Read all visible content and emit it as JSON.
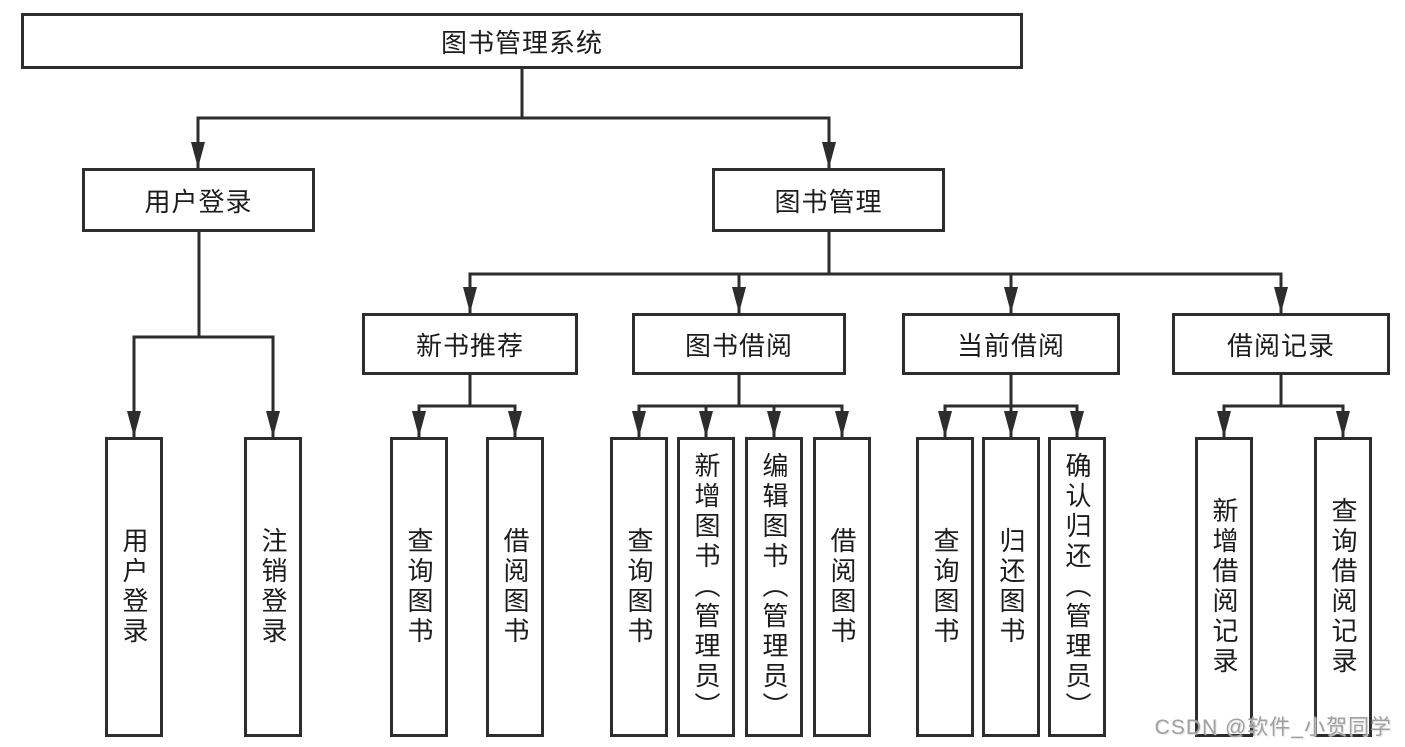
{
  "diagram": {
    "type": "hierarchy-tree",
    "tree": {
      "label": "图书管理系统",
      "children": [
        {
          "label": "用户登录",
          "children": [
            {
              "label": "用户登录"
            },
            {
              "label": "注销登录"
            }
          ]
        },
        {
          "label": "图书管理",
          "children": [
            {
              "label": "新书推荐",
              "children": [
                {
                  "label": "查询图书"
                },
                {
                  "label": "借阅图书"
                }
              ]
            },
            {
              "label": "图书借阅",
              "children": [
                {
                  "label": "查询图书"
                },
                {
                  "label": "新增图书（管理员）"
                },
                {
                  "label": "编辑图书（管理员）"
                },
                {
                  "label": "借阅图书"
                }
              ]
            },
            {
              "label": "当前借阅",
              "children": [
                {
                  "label": "查询图书"
                },
                {
                  "label": "归还图书"
                },
                {
                  "label": "确认归还（管理员）"
                }
              ]
            },
            {
              "label": "借阅记录",
              "children": [
                {
                  "label": "新增借阅记录"
                },
                {
                  "label": "查询借阅记录"
                }
              ]
            }
          ]
        }
      ]
    },
    "colors": {
      "line": "#2d2d2d",
      "box_border": "#2d2d2d",
      "box_fill": "#ffffff",
      "text": "#1c1c1c",
      "background": "#ffffff",
      "watermark": "#9f9f9f"
    }
  },
  "watermark": {
    "text": "CSDN @软件_小贺同学"
  }
}
